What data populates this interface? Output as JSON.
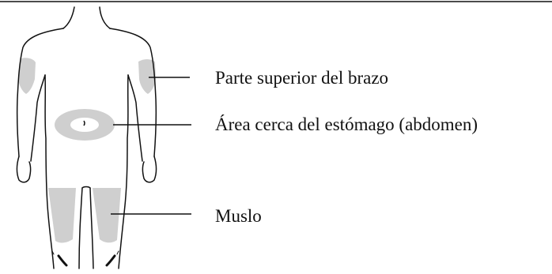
{
  "labels": {
    "upper_arm": "Parte superior del brazo",
    "abdomen": "Área cerca del estómago (abdomen)",
    "thigh": "Muslo"
  },
  "colors": {
    "outline": "#111111",
    "injection_area": "#cfcfcf",
    "background": "#ffffff"
  }
}
